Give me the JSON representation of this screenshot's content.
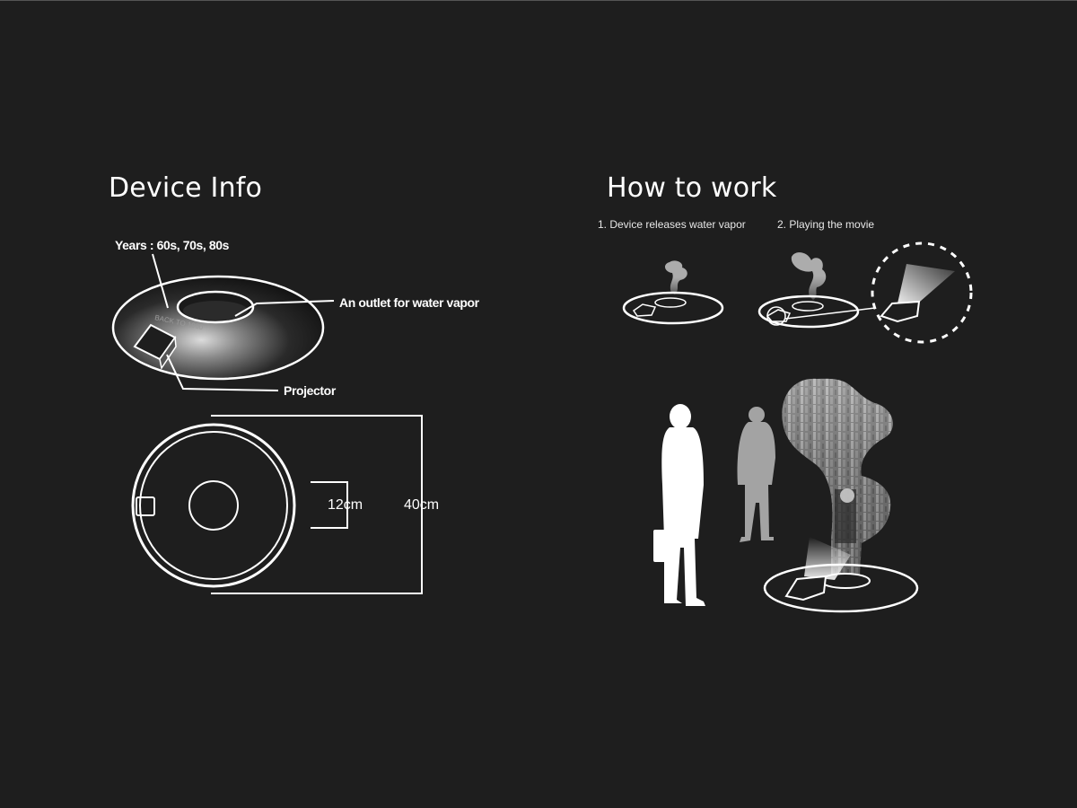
{
  "device_info": {
    "title": "Device Info",
    "years_label": "Years : 60s, 70s, 80s",
    "outlet_label": "An outlet for water vapor",
    "projector_label": "Projector",
    "device_engraving": "BACK TO 1960",
    "inner_dimension": "12cm",
    "outer_dimension": "40cm"
  },
  "how_to_work": {
    "title": "How to work",
    "steps": [
      {
        "label": "1. Device releases water vapor"
      },
      {
        "label": "2. Playing the movie"
      }
    ]
  }
}
